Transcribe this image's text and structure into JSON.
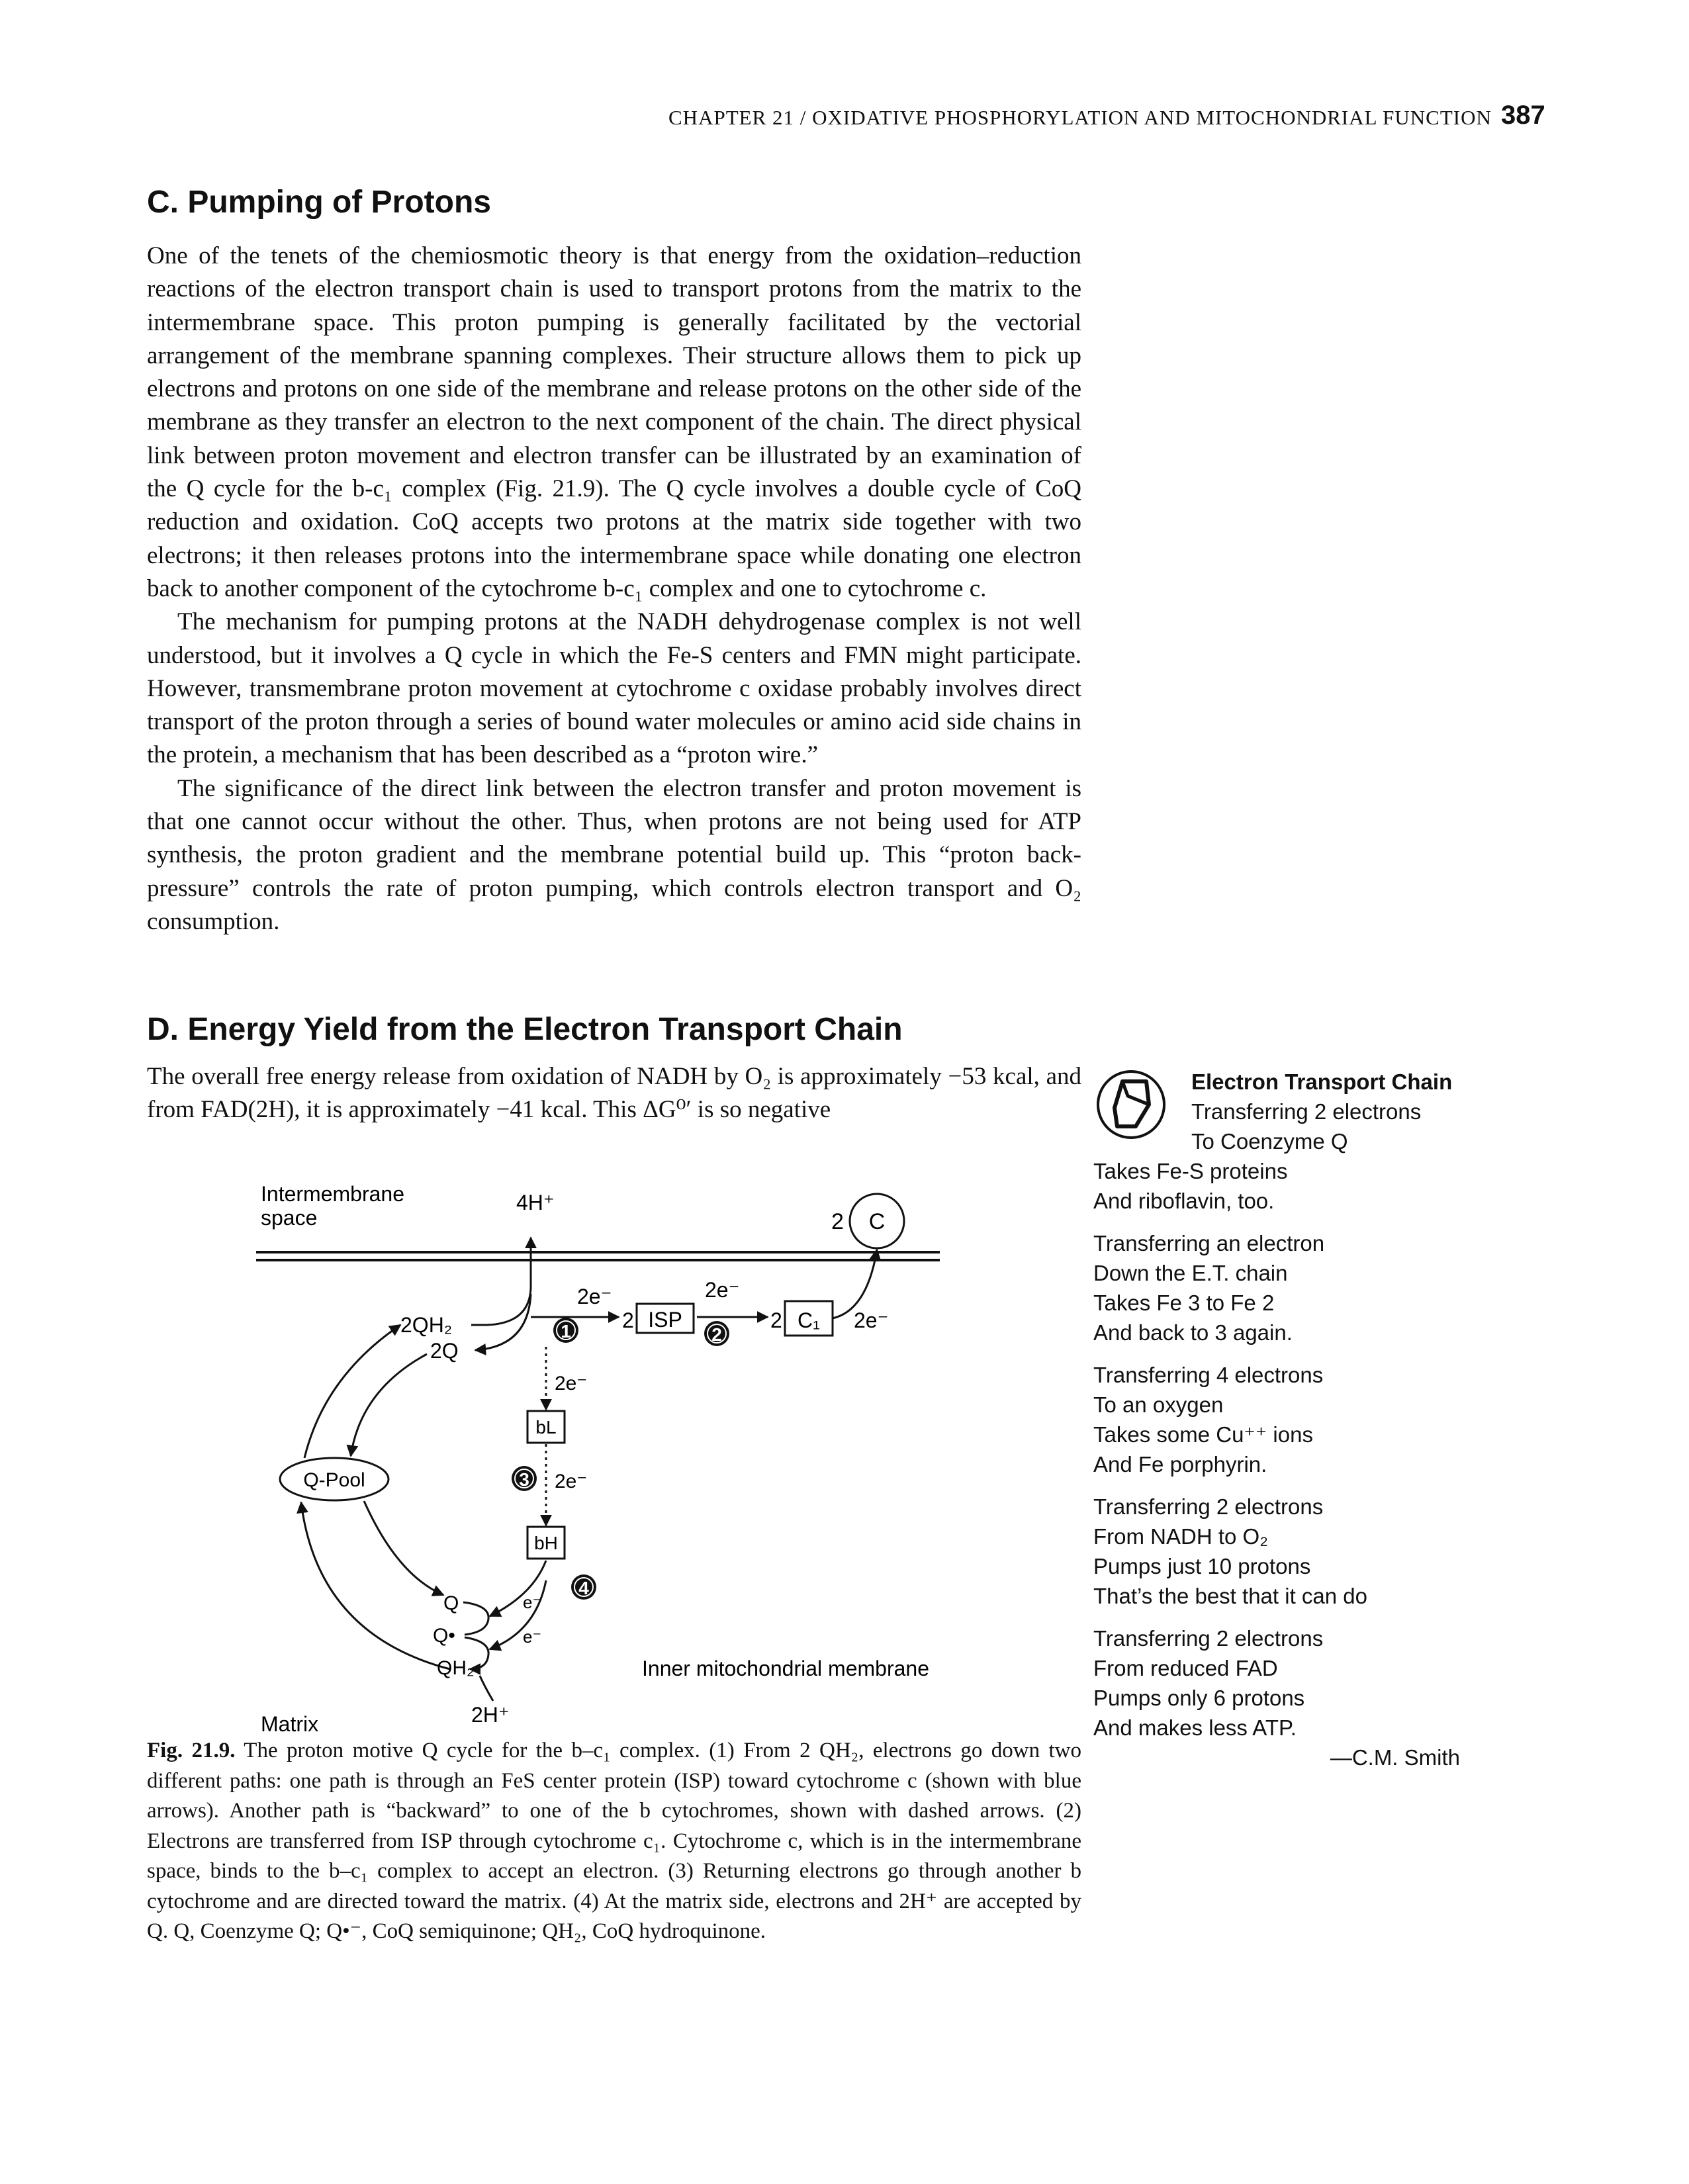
{
  "header": {
    "running_head": "CHAPTER 21 / OXIDATIVE PHOSPHORYLATION AND MITOCHONDRIAL FUNCTION",
    "page_number": "387"
  },
  "section_c": {
    "heading": "C. Pumping of Protons",
    "paragraphs": [
      "One of the tenets of the chemiosmotic theory is that energy from the oxidation–reduction reactions of the electron transport chain is used to transport protons from the matrix to the intermembrane space. This proton pumping is generally facilitated by the vectorial arrangement of the membrane spanning complexes. Their structure allows them to pick up electrons and protons on one side of the membrane and release protons on the other side of the membrane as they transfer an electron to the next component of the chain. The direct physical link between proton movement and electron transfer can be illustrated by an examination of the Q cycle for the b-c₁ complex (Fig. 21.9). The Q cycle involves a double cycle of CoQ reduction and oxidation. CoQ accepts two protons at the matrix side together with two electrons; it then releases protons into the intermembrane space while donating one electron back to another component of the cytochrome b-c₁ complex and one to cytochrome c.",
      "The mechanism for pumping protons at the NADH dehydrogenase complex is not well understood, but it involves a Q cycle in which the Fe-S centers and FMN might participate. However, transmembrane proton movement at cytochrome c oxidase probably involves direct transport of the proton through a series of bound water molecules or amino acid side chains in the protein, a mechanism that has been described as a “proton wire.”",
      "The significance of the direct link between the electron transfer and proton movement is that one cannot occur without the other. Thus, when protons are not being used for ATP synthesis, the proton gradient and the membrane potential build up. This “proton back-pressure” controls the rate of proton pumping, which controls electron transport and O₂ consumption."
    ]
  },
  "section_d": {
    "heading": "D. Energy Yield from the Electron Transport Chain",
    "paragraph": "The overall free energy release from oxidation of NADH by O₂ is approximately −53 kcal, and from FAD(2H), it is approximately −41 kcal. This ΔG⁰′ is so negative"
  },
  "figure": {
    "labels": {
      "intermembrane": "Intermembrane",
      "space": "space",
      "h4": "4H⁺",
      "two_c": "2",
      "c": "C",
      "e2_a": "2e⁻",
      "e2_b": "2e⁻",
      "e2_c": "2e⁻",
      "e2_d": "2e⁻",
      "e2_e": "2e⁻",
      "two_isp": "2",
      "isp": "ISP",
      "two_c1": "2",
      "c1": "C₁",
      "qh2_2": "2QH₂",
      "q2": "2Q",
      "step1": "1",
      "step2": "2",
      "step3": "3",
      "step4": "4",
      "bl": "bL",
      "bh": "bH",
      "qpool": "Q-Pool",
      "q": "Q",
      "qsemi": "Q•",
      "qh2": "QH₂",
      "e_a": "e⁻",
      "e_b": "e⁻",
      "membrane": "Inner mitochondrial membrane",
      "matrix": "Matrix",
      "h2": "2H⁺"
    }
  },
  "caption": {
    "label": "Fig. 21.9.",
    "text": "The proton motive Q cycle for the b–c₁ complex. (1) From 2 QH₂, electrons go down two different paths: one path is through an FeS center protein (ISP) toward cytochrome c (shown with blue arrows). Another path is “backward” to one of the b cytochromes, shown with dashed arrows. (2) Electrons are transferred from ISP through cytochrome c₁. Cytochrome c, which is in the intermembrane space, binds to the b–c₁ complex to accept an electron. (3) Returning electrons go through another b cytochrome and are directed toward the matrix. (4) At the matrix side, electrons and 2H⁺ are accepted by Q. Q, Coenzyme Q; Q•⁻, CoQ semiquinone; QH₂, CoQ hydroquinone."
  },
  "poem": {
    "icon": "rhyme-icon",
    "title": "Electron Transport Chain",
    "stanzas": [
      [
        "Transferring 2 electrons",
        "To Coenzyme Q",
        "Takes Fe-S proteins",
        "And riboflavin, too."
      ],
      [
        "Transferring an electron",
        "Down the E.T. chain",
        "Takes Fe 3 to Fe 2",
        "And back to 3 again."
      ],
      [
        "Transferring 4 electrons",
        "To an oxygen",
        "Takes some Cu⁺⁺ ions",
        "And Fe porphyrin."
      ],
      [
        "Transferring 2 electrons",
        "From NADH to O₂",
        "Pumps just 10 protons",
        "That’s the best that it can do"
      ],
      [
        "Transferring 2 electrons",
        "From reduced FAD",
        "Pumps only 6 protons",
        "And makes less ATP."
      ]
    ],
    "attribution": "—C.M. Smith"
  }
}
